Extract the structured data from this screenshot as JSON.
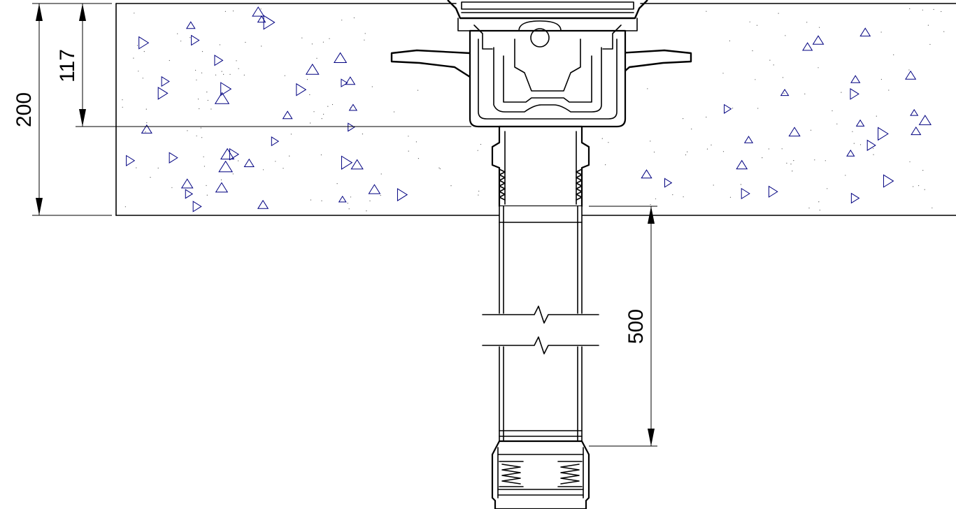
{
  "dimensions": {
    "slab_thickness": "200",
    "drain_body_depth": "117",
    "pipe_length": "500"
  },
  "colors": {
    "line": "#000000",
    "background": "#ffffff",
    "aggregate_mark": "#000080"
  }
}
